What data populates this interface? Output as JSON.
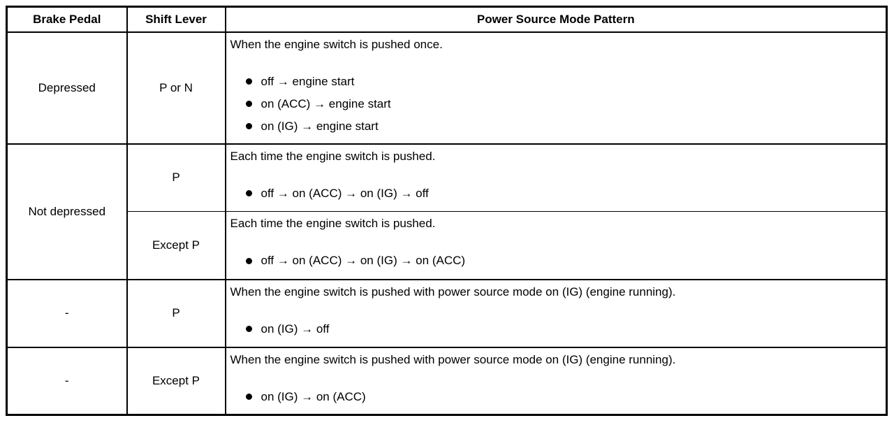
{
  "table": {
    "headers": [
      "Brake Pedal",
      "Shift Lever",
      "Power Source Mode Pattern"
    ],
    "rows": [
      {
        "brake_pedal": "Depressed",
        "shift_lever": "P or N",
        "description": "When the engine switch is pushed once.",
        "steps": [
          "off → engine start",
          "on (ACC) → engine start",
          "on (IG) → engine start"
        ]
      },
      {
        "brake_pedal": "Not depressed",
        "shift_lever": "P",
        "description": "Each time the engine switch is pushed.",
        "steps": [
          "off → on (ACC) → on (IG) → off"
        ]
      },
      {
        "shift_lever": "Except P",
        "description": "Each time the engine switch is pushed.",
        "steps": [
          "off → on (ACC) → on (IG) → on (ACC)"
        ]
      },
      {
        "brake_pedal": "-",
        "shift_lever": "P",
        "description": "When the engine switch is pushed with power source mode on (IG) (engine running).",
        "steps": [
          "on (IG) → off"
        ]
      },
      {
        "brake_pedal": "-",
        "shift_lever": "Except P",
        "description": "When the engine switch is pushed with power source mode on (IG) (engine running).",
        "steps": [
          "on (IG) → on (ACC)"
        ]
      }
    ],
    "colors": {
      "border": "#000000",
      "text": "#000000",
      "background": "#ffffff"
    }
  }
}
